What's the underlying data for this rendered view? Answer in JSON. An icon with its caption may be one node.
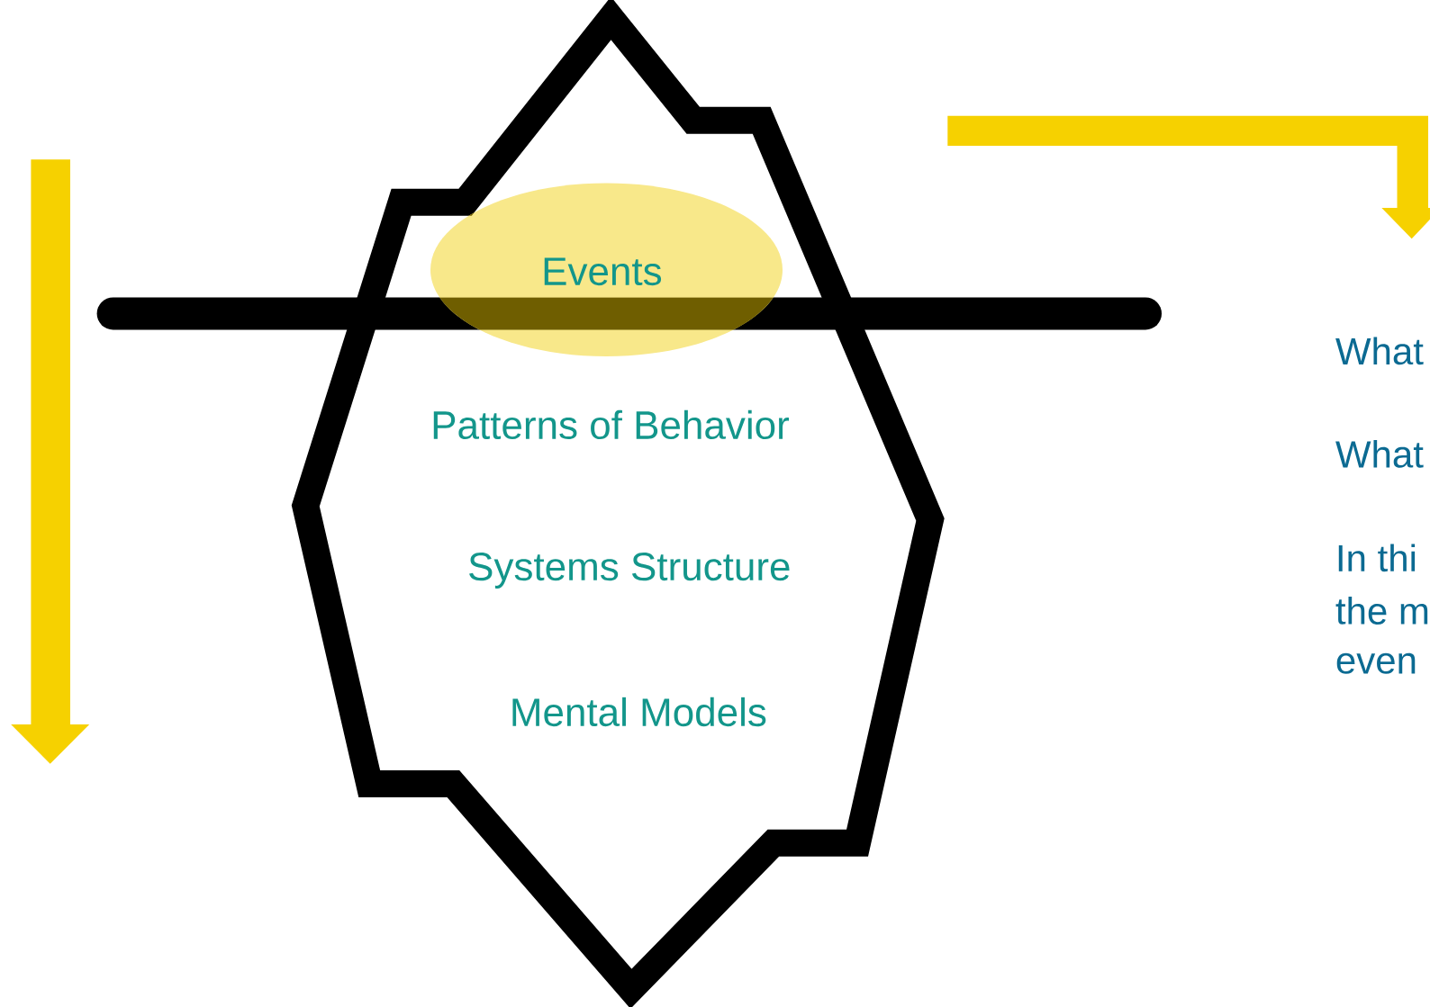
{
  "diagram": {
    "nodes": [
      {
        "text": [
          "Patterns of Behavior",
          "Systems Structure",
          "Mental Models"
        ]
      },
      {
        "text": [
          "Events"
        ]
      }
    ],
    "edges": [],
    "labels": [
      "What",
      "What",
      "In thi",
      "the m",
      "even"
    ]
  }
}
